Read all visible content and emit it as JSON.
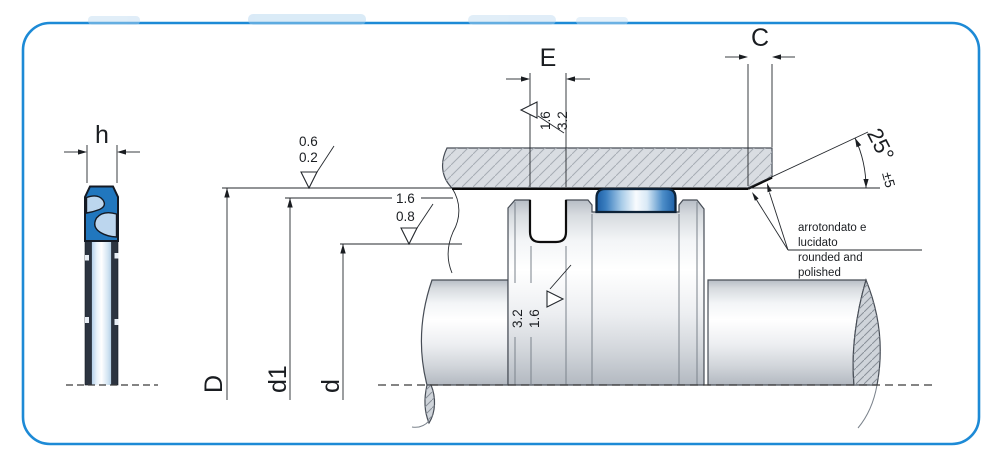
{
  "drawing": {
    "left_view": {
      "height_label": "h"
    },
    "dimensions": {
      "groove_width": "E",
      "chamfer_length": "C",
      "bore_diameter": "D",
      "seal_outer_diameter": "d1",
      "groove_diameter": "d"
    },
    "chamfer_angle": {
      "value": "25°",
      "tolerance": "±5"
    },
    "surface_finish": {
      "bore_surface": {
        "max": "0.6",
        "min": "0.2"
      },
      "groove_bottom": {
        "max": "1.6",
        "min": "0.8"
      },
      "groove_width_faces": {
        "first": "1.6",
        "second": "3.2"
      },
      "groove_flanks": {
        "first": "3.2",
        "second": "1.6"
      }
    },
    "note": {
      "lines": [
        "arrotondato e",
        "lucidato",
        "rounded and",
        "polished"
      ]
    },
    "colors": {
      "frame": "#1d8ad6",
      "seal_blue": "#2177be",
      "housing_gray": "#d9dde2",
      "hatch": "#a6acb4"
    }
  }
}
